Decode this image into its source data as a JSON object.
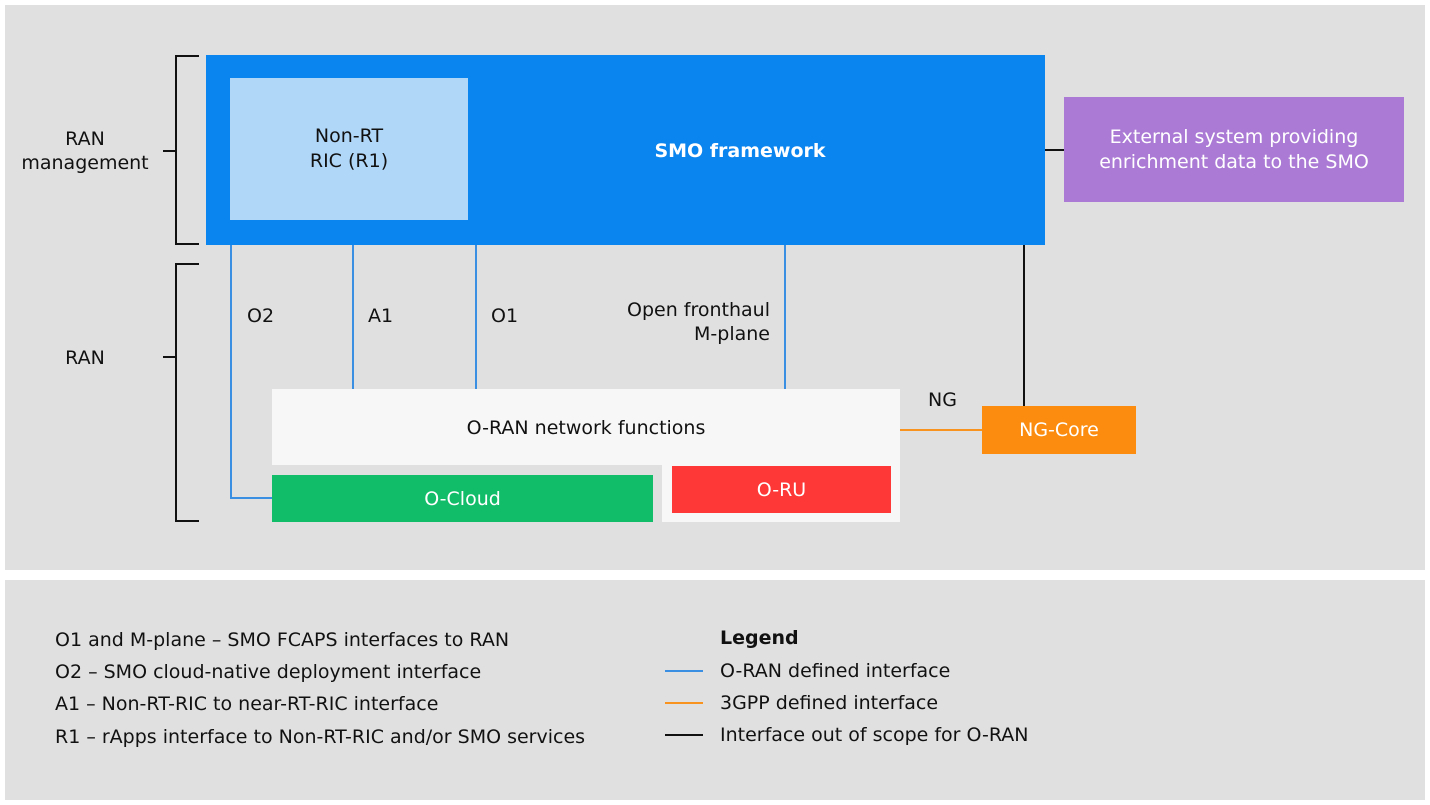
{
  "labels": {
    "ran_management": "RAN\nmanagement",
    "ran": "RAN"
  },
  "boxes": {
    "smo": "SMO framework",
    "non_rt_ric": "Non-RT\nRIC (R1)",
    "external": "External system providing\nenrichment data to the SMO",
    "oran_nf": "O-RAN network functions",
    "ocloud": "O-Cloud",
    "oru": "O-RU",
    "ngcore": "NG-Core"
  },
  "interfaces": {
    "o2": "O2",
    "a1": "A1",
    "o1": "O1",
    "fronthaul": "Open fronthaul\nM-plane",
    "ng": "NG"
  },
  "definitions": [
    "O1 and M-plane – SMO FCAPS interfaces to RAN",
    "O2 – SMO cloud-native deployment interface",
    "A1 – Non-RT-RIC to near-RT-RIC interface",
    "R1 – rApps interface to Non-RT-RIC and/or SMO services"
  ],
  "legend": {
    "title": "Legend",
    "items": [
      {
        "label": "O-RAN defined interface",
        "color": "#3a8fe3"
      },
      {
        "label": "3GPP defined interface",
        "color": "#f7931e"
      },
      {
        "label": "Interface out of scope for O-RAN",
        "color": "#111111"
      }
    ]
  },
  "colors": {
    "panel": "#e0e0e0",
    "smo": "#0a84ee",
    "non_rt_ric": "#b0d6f8",
    "external": "#aa7ad4",
    "oran_nf": "#f7f7f7",
    "ocloud": "#12bd6a",
    "oru": "#fe3737",
    "ngcore": "#fb8c0f"
  }
}
